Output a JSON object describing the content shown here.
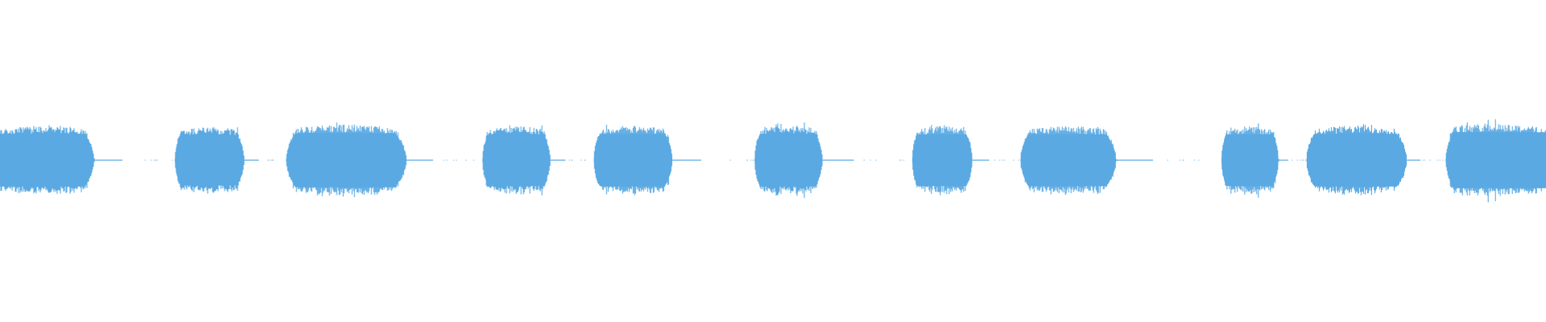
{
  "waveform": {
    "color": "#5aa9e2",
    "segments": [
      {
        "start": 0.0,
        "end": 0.061,
        "amplitude": 0.9
      },
      {
        "start": 0.113,
        "end": 0.158,
        "amplitude": 0.86
      },
      {
        "start": 0.185,
        "end": 0.263,
        "amplitude": 0.92
      },
      {
        "start": 0.312,
        "end": 0.356,
        "amplitude": 0.88
      },
      {
        "start": 0.384,
        "end": 0.435,
        "amplitude": 0.9
      },
      {
        "start": 0.488,
        "end": 0.532,
        "amplitude": 0.9
      },
      {
        "start": 0.59,
        "end": 0.629,
        "amplitude": 0.88
      },
      {
        "start": 0.66,
        "end": 0.722,
        "amplitude": 0.88
      },
      {
        "start": 0.79,
        "end": 0.827,
        "amplitude": 0.88
      },
      {
        "start": 0.845,
        "end": 0.91,
        "amplitude": 0.9
      },
      {
        "start": 0.935,
        "end": 1.0,
        "amplitude": 0.95
      }
    ]
  }
}
